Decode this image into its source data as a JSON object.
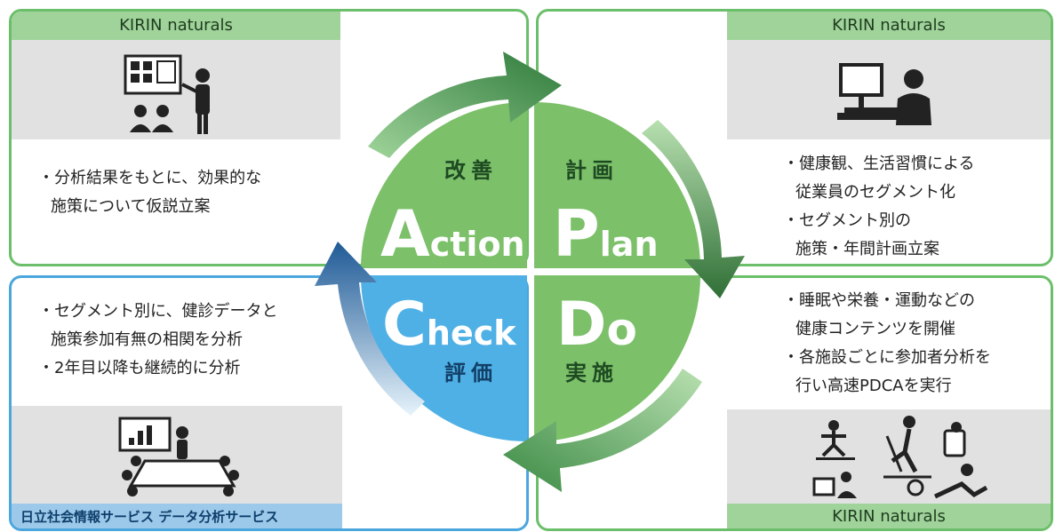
{
  "brand_label": "KIRIN naturals",
  "vendor_label": "日立社会情報サービス データ分析サービス",
  "quadrants": {
    "action": {
      "big": "A",
      "rest": "ction",
      "jp": "改善"
    },
    "plan": {
      "big": "P",
      "rest": "lan",
      "jp": "計画"
    },
    "check": {
      "big": "C",
      "rest": "heck",
      "jp": "評価"
    },
    "do": {
      "big": "D",
      "rest": "o",
      "jp": "実施"
    }
  },
  "panels": {
    "action": {
      "lines": [
        "・分析結果をもとに、効果的な",
        "施策について仮説立案"
      ]
    },
    "plan": {
      "lines": [
        "・健康観、生活習慣による",
        "従業員のセグメント化",
        "・セグメント別の",
        "施策・年間計画立案"
      ]
    },
    "check": {
      "lines": [
        "・セグメント別に、健診データと",
        "施策参加有無の相関を分析",
        "・2年目以降も継続的に分析"
      ]
    },
    "do": {
      "lines": [
        "・睡眠や栄養・運動などの",
        "健康コンテンツを開催",
        "・各施設ごとに参加者分析を",
        "行い高速PDCAを実行"
      ]
    }
  },
  "icons": {
    "action": "presentation-icon",
    "plan": "computer-user-icon",
    "check": "meeting-analysis-icon",
    "do": "exercise-icon"
  },
  "colors": {
    "green_quadrant": "#7cc06a",
    "blue_quadrant": "#4fb0e6",
    "green_border": "#6cbf6a",
    "blue_border": "#4aa6dc",
    "arrow_dark": "#2f7a3c"
  }
}
